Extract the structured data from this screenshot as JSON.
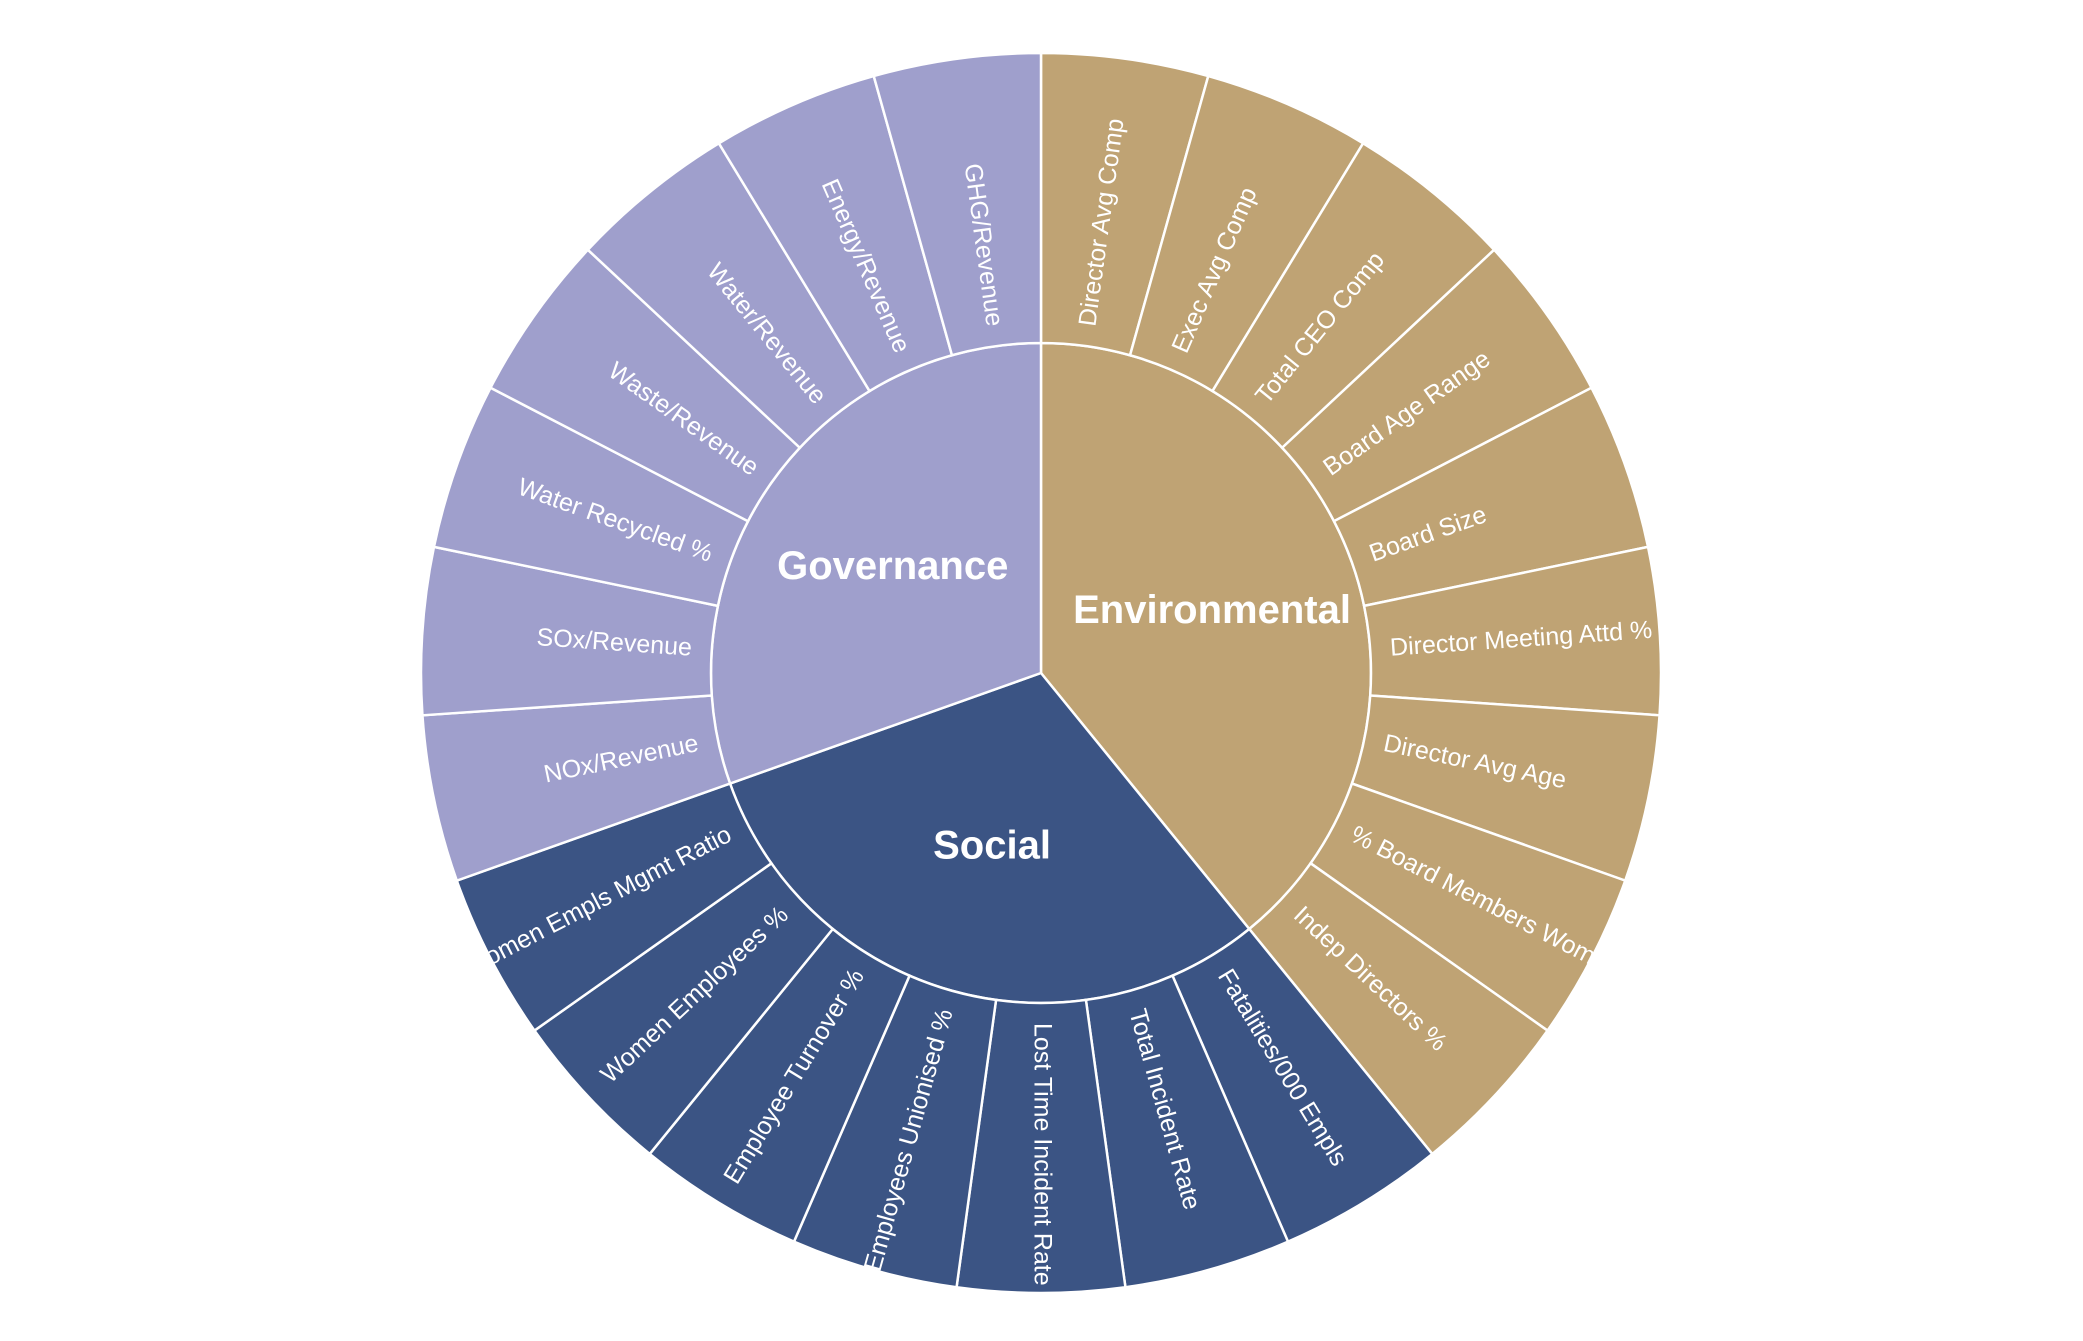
{
  "chart_data": {
    "type": "sunburst",
    "title": "",
    "start_angle_deg": 0,
    "direction": "clockwise",
    "categories": [
      {
        "name": "Environmental",
        "color": "#bfa374",
        "children": [
          {
            "name": "Director Avg Comp",
            "value": 1
          },
          {
            "name": "Exec Avg Comp",
            "value": 1
          },
          {
            "name": "Total CEO Comp",
            "value": 1
          },
          {
            "name": "Board Age Range",
            "value": 1
          },
          {
            "name": "Board Size",
            "value": 1
          },
          {
            "name": "Director Meeting Attd %",
            "value": 1
          },
          {
            "name": "Director Avg Age",
            "value": 1
          },
          {
            "name": "% Board Members Women",
            "value": 1
          },
          {
            "name": "Indep Directors %",
            "value": 1
          }
        ]
      },
      {
        "name": "Social",
        "color": "#3b5484",
        "children": [
          {
            "name": "Fatalities/000 Empls",
            "value": 1
          },
          {
            "name": "Total Incident Rate",
            "value": 1
          },
          {
            "name": "Lost Time Incident Rate",
            "value": 1
          },
          {
            "name": "Employees Unionised %",
            "value": 1
          },
          {
            "name": "Employee Turnover %",
            "value": 1
          },
          {
            "name": "Women Employees %",
            "value": 1
          },
          {
            "name": "Women Empls Mgmt Ratio",
            "value": 1
          }
        ]
      },
      {
        "name": "Governance",
        "color": "#9f9fcc",
        "children": [
          {
            "name": "NOx/Revenue",
            "value": 1
          },
          {
            "name": "SOx/Revenue",
            "value": 1
          },
          {
            "name": "Water Recycled %",
            "value": 1
          },
          {
            "name": "Waste/Revenue",
            "value": 1
          },
          {
            "name": "Water/Revenue",
            "value": 1
          },
          {
            "name": "Energy/Revenue",
            "value": 1
          },
          {
            "name": "GHG/Revenue",
            "value": 1
          }
        ]
      }
    ]
  }
}
